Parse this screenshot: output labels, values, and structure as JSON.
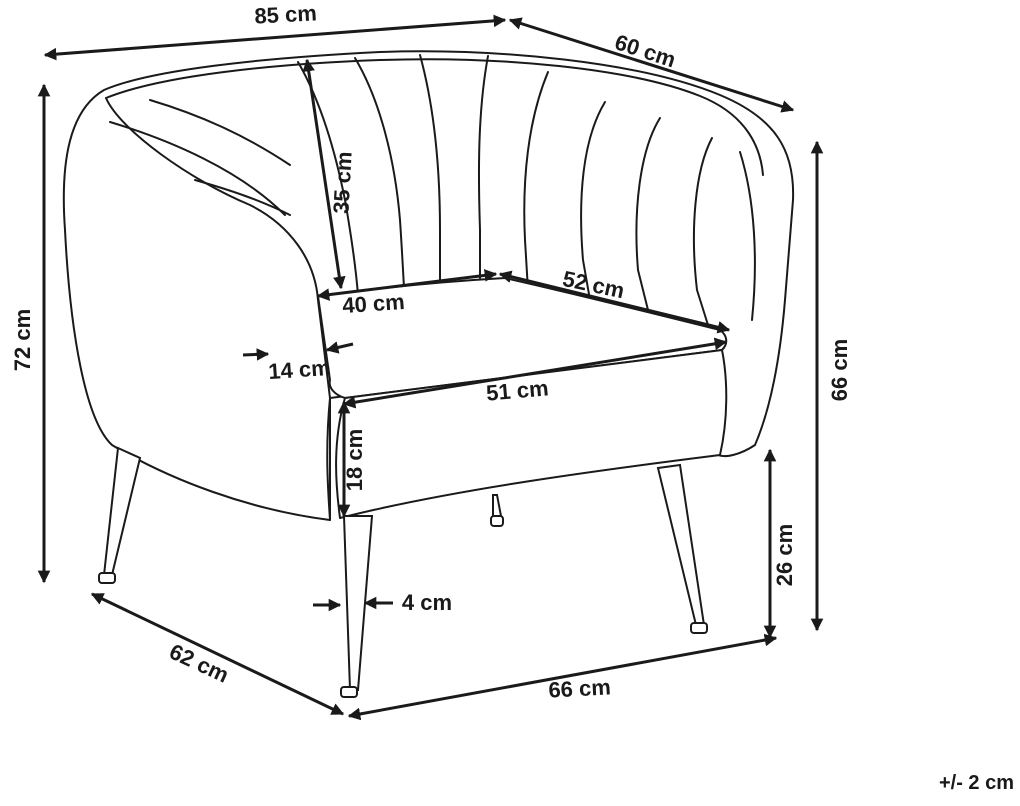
{
  "dimensions": {
    "overall_width": "85 cm",
    "overall_depth": "60 cm",
    "overall_height": "72 cm",
    "back_height": "35 cm",
    "seat_width_back": "40 cm",
    "seat_depth_right": "52 cm",
    "arm_width": "14 cm",
    "seat_width_front": "51 cm",
    "seat_cushion_height": "18 cm",
    "leg_width": "4 cm",
    "arm_height": "66 cm",
    "seat_height": "26 cm",
    "base_depth": "62 cm",
    "base_width": "66 cm"
  },
  "tolerance": "+/- 2 cm"
}
